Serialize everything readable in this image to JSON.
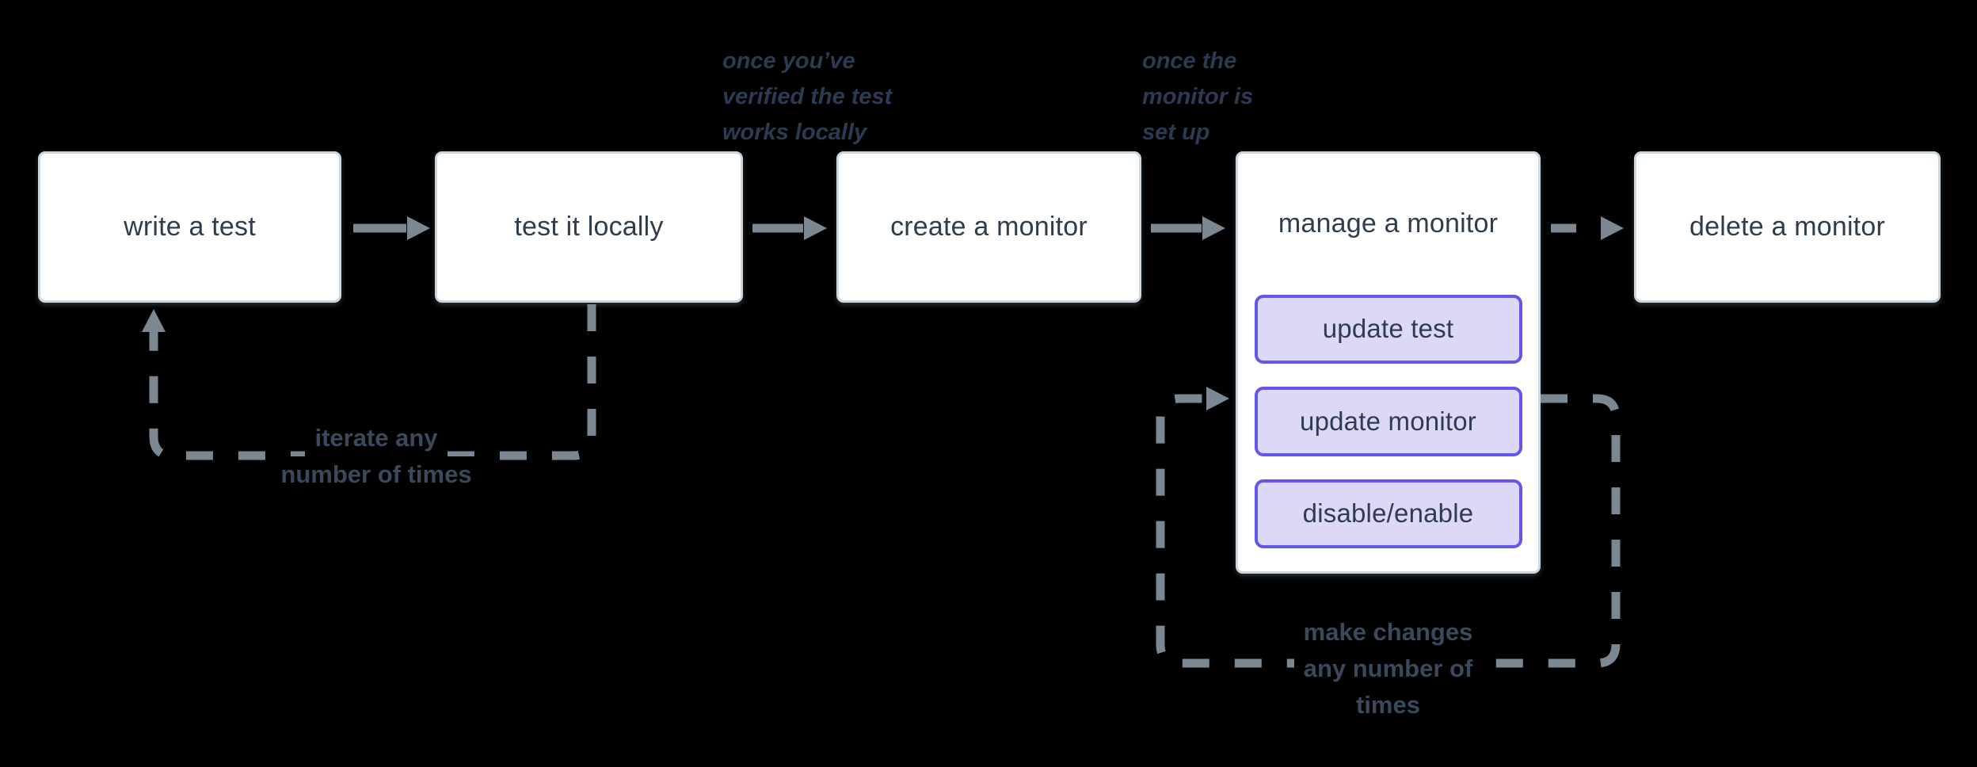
{
  "diagram_title": "synthetic monitor workflow flowchart",
  "colors": {
    "background": "#000000",
    "node_background": "#ffffff",
    "node_border": "#ccd6de",
    "node_text": "#2e3d4e",
    "connector_gray": "#7b8894",
    "accent_purple_border": "#6456e8",
    "accent_purple_fill": "#ded8f8",
    "annotation_text": "#2d3b52",
    "loop_label_text": "#3a495c"
  },
  "nodes": [
    {
      "label": "write a test"
    },
    {
      "label": "test it locally"
    },
    {
      "label": "create a monitor"
    },
    {
      "label": "manage a monitor",
      "buttons": [
        {
          "label": "update test"
        },
        {
          "label": "update monitor"
        },
        {
          "label": "disable/enable"
        }
      ]
    },
    {
      "label": "delete a monitor"
    }
  ],
  "annotations": [
    {
      "lines": [
        "once you’ve",
        "verified the test",
        "works locally"
      ]
    },
    {
      "lines": [
        "once the",
        "monitor is",
        "set up"
      ]
    }
  ],
  "loop_labels": [
    {
      "lines": [
        "iterate any",
        "number of times"
      ]
    },
    {
      "lines": [
        "make changes",
        "any number of",
        "times"
      ]
    }
  ]
}
